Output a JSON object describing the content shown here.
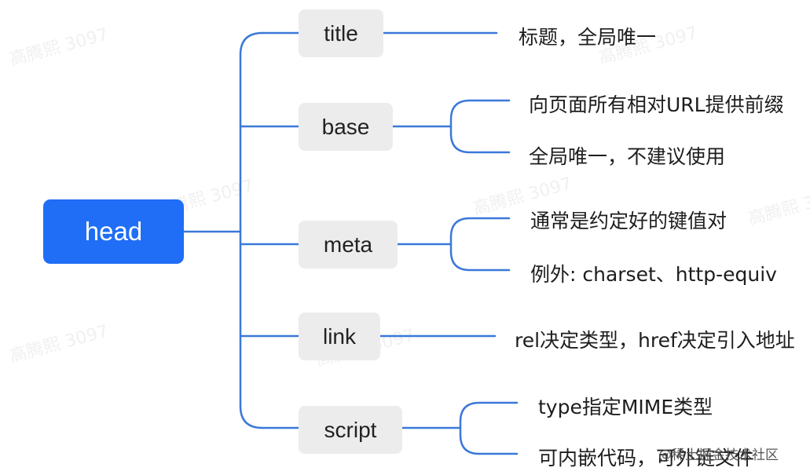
{
  "root": {
    "label": "head"
  },
  "nodes": [
    {
      "label": "title",
      "notes": [
        "标题，全局唯一"
      ]
    },
    {
      "label": "base",
      "notes": [
        "向页面所有相对URL提供前缀",
        "全局唯一，不建议使用"
      ]
    },
    {
      "label": "meta",
      "notes": [
        "通常是约定好的键值对",
        "例外: charset、http-equiv"
      ]
    },
    {
      "label": "link",
      "notes": [
        "rel决定类型，href决定引入地址"
      ]
    },
    {
      "label": "script",
      "notes": [
        "type指定MIME类型",
        "可内嵌代码，可外链文件"
      ]
    }
  ],
  "watermark": "高腾熙 3097",
  "credit": "@稀土掘金技术社区",
  "colors": {
    "connector": "#3a78d8",
    "root": "#1f6ef5",
    "node": "#ececec"
  }
}
